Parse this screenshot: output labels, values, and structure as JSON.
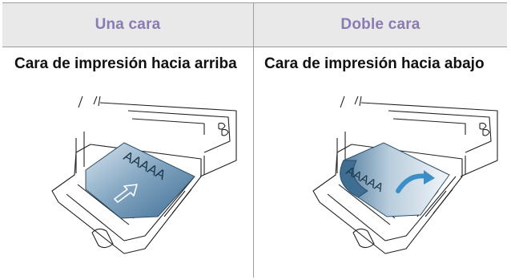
{
  "columns": [
    {
      "header": "Una cara",
      "title": "Cara de impresión hacia arriba",
      "paper_text": "AAAAA"
    },
    {
      "header": "Doble cara",
      "title": "Cara de impresión hacia abajo",
      "paper_text": "AAAAA"
    }
  ],
  "colors": {
    "header_text": "#8a7bb4",
    "header_bg": "#e9e9e9",
    "paper_blue": "#5d87a8",
    "arrow_blue": "#3a8fc6"
  }
}
